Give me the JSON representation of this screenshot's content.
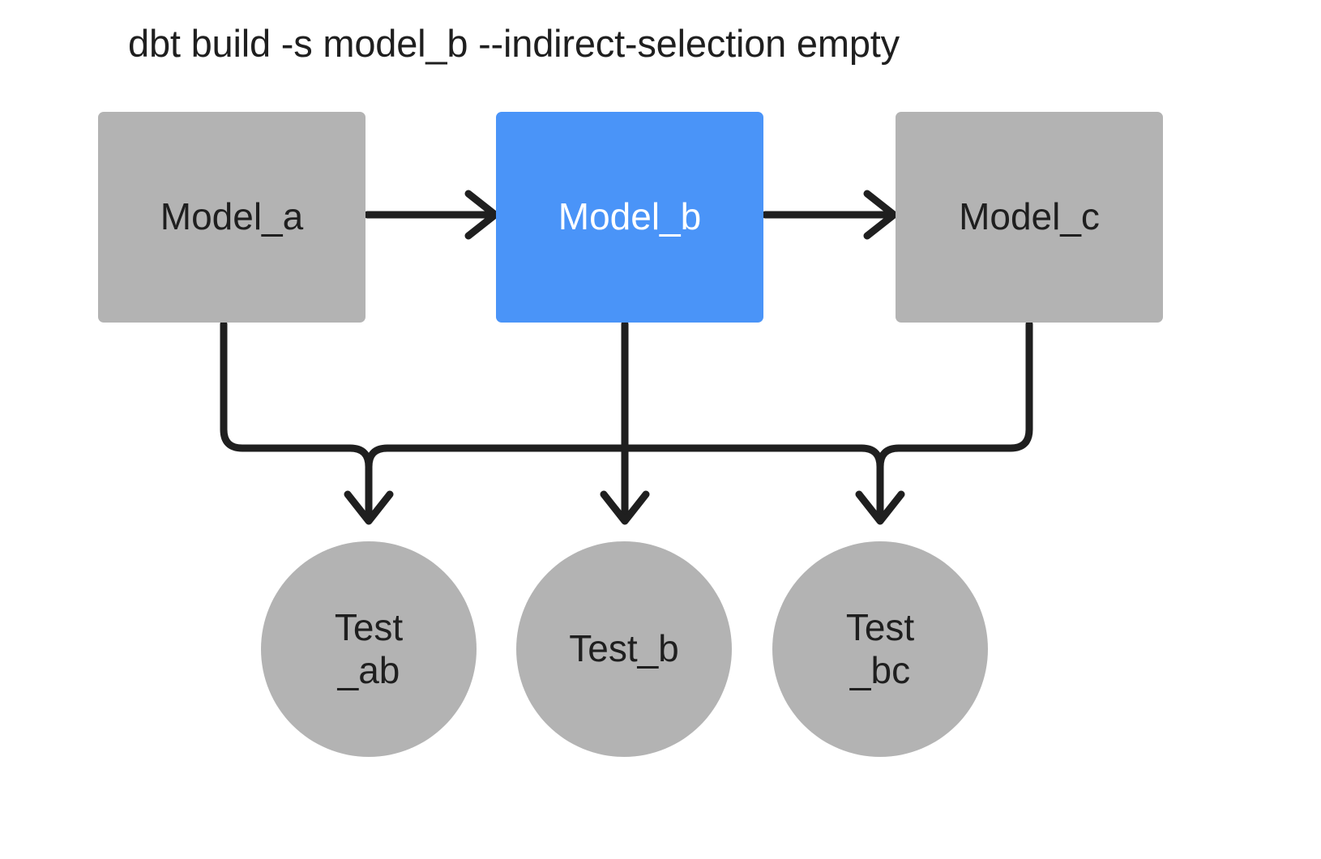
{
  "diagram": {
    "title": "dbt build -s model_b --indirect-selection empty",
    "background_color": "#ffffff",
    "edge_color": "#1f1f1f",
    "default_node_color": "#b3b3b3",
    "selected_node_color": "#4a94f8",
    "selected_node_text_color": "#ffffff",
    "default_node_text_color": "#1f1f1f",
    "nodes": [
      {
        "id": "model_a",
        "label": "Model_a",
        "shape": "rectangle",
        "state": "unselected"
      },
      {
        "id": "model_b",
        "label": "Model_b",
        "shape": "rectangle",
        "state": "selected"
      },
      {
        "id": "model_c",
        "label": "Model_c",
        "shape": "rectangle",
        "state": "unselected"
      },
      {
        "id": "test_ab",
        "label": "Test\n_ab",
        "shape": "circle",
        "state": "unselected"
      },
      {
        "id": "test_b",
        "label": "Test_b",
        "shape": "circle",
        "state": "unselected"
      },
      {
        "id": "test_bc",
        "label": "Test\n_bc",
        "shape": "circle",
        "state": "unselected"
      }
    ],
    "edges": [
      {
        "from": "model_a",
        "to": "model_b",
        "style": "straight-right-arrow"
      },
      {
        "from": "model_b",
        "to": "model_c",
        "style": "straight-right-arrow"
      },
      {
        "from": "model_a",
        "to": "test_ab",
        "style": "elbow-down-arrow"
      },
      {
        "from": "model_b",
        "to": "test_ab",
        "style": "elbow-down-arrow"
      },
      {
        "from": "model_b",
        "to": "test_b",
        "style": "straight-down-arrow"
      },
      {
        "from": "model_b",
        "to": "test_bc",
        "style": "elbow-down-arrow"
      },
      {
        "from": "model_c",
        "to": "test_bc",
        "style": "elbow-down-arrow"
      }
    ]
  }
}
